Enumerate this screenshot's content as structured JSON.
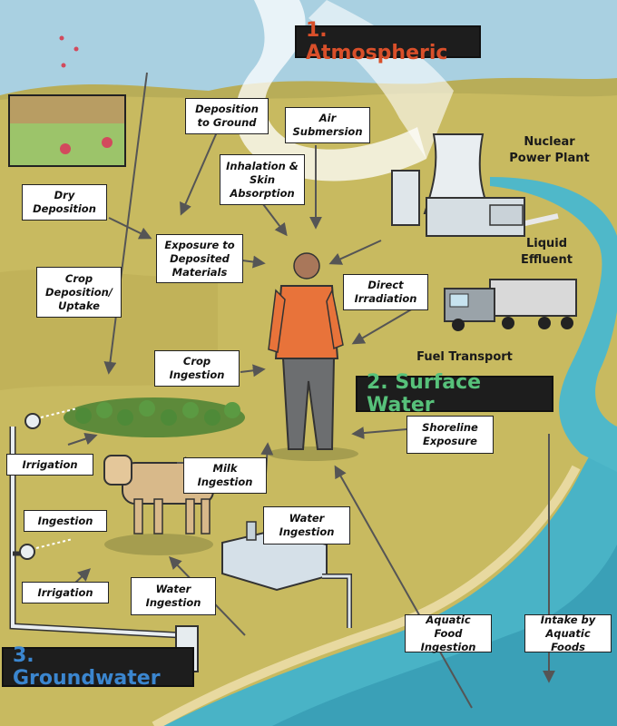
{
  "colors": {
    "sky": "#9ec9dc",
    "land": "#c9b95e",
    "water": "#4fb8c9",
    "title_bg": "#1d1d1d",
    "atmospheric_text": "#d94f2a",
    "surface_text": "#57c17a",
    "ground_text": "#3b86cf"
  },
  "sections": {
    "atmospheric": "1. Atmospheric",
    "surface_water": "2. Surface Water",
    "groundwater": "3. Groundwater"
  },
  "places": {
    "nuclear_plant": "Nuclear\nPower Plant",
    "liquid_effluent": "Liquid\nEffluent",
    "fuel_transport": "Fuel Transport"
  },
  "pathways": {
    "deposition_to_ground": "Deposition\nto Ground",
    "air_submersion": "Air\nSubmersion",
    "inhalation": "Inhalation &\nSkin\nAbsorption",
    "dry_deposition": "Dry\nDeposition",
    "exposure_deposited": "Exposure to\nDeposited\nMaterials",
    "crop_deposition": "Crop\nDeposition/\nUptake",
    "direct_irradiation": "Direct\nIrradiation",
    "crop_ingestion": "Crop\nIngestion",
    "shoreline_exposure": "Shoreline\nExposure",
    "irrigation_1": "Irrigation",
    "milk_ingestion": "Milk\nIngestion",
    "ingestion": "Ingestion",
    "water_ingestion_1": "Water\nIngestion",
    "irrigation_2": "Irrigation",
    "water_ingestion_2": "Water\nIngestion",
    "aquatic_food_ingestion": "Aquatic Food\nIngestion",
    "intake_aquatic_foods": "Intake by\nAquatic Foods"
  },
  "icons": [
    "nuclear-plant-icon",
    "cooling-tower-icon",
    "truck-icon",
    "person-icon",
    "cow-icon",
    "cabbage-field-icon",
    "water-tank-icon",
    "sprinkler-icon",
    "well-icon",
    "river-icon",
    "plume-icon"
  ]
}
